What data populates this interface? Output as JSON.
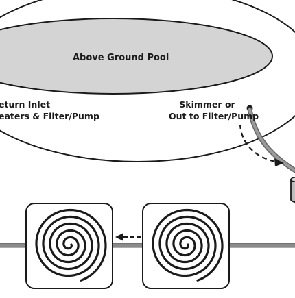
{
  "diagram": {
    "pool_label": "Above Ground Pool",
    "return_label_line1_prefix": "eturn ",
    "return_label_line1_bold": "Inlet",
    "return_label_line2": "eaters & Filter/Pump",
    "skimmer_label_line1": "Skimmer or",
    "skimmer_label_line2": "Out to Filter/Pump",
    "colors": {
      "pool_fill": "#d4d4d4",
      "outline": "#1a1a1a",
      "pipe": "#8a8a8a"
    }
  }
}
